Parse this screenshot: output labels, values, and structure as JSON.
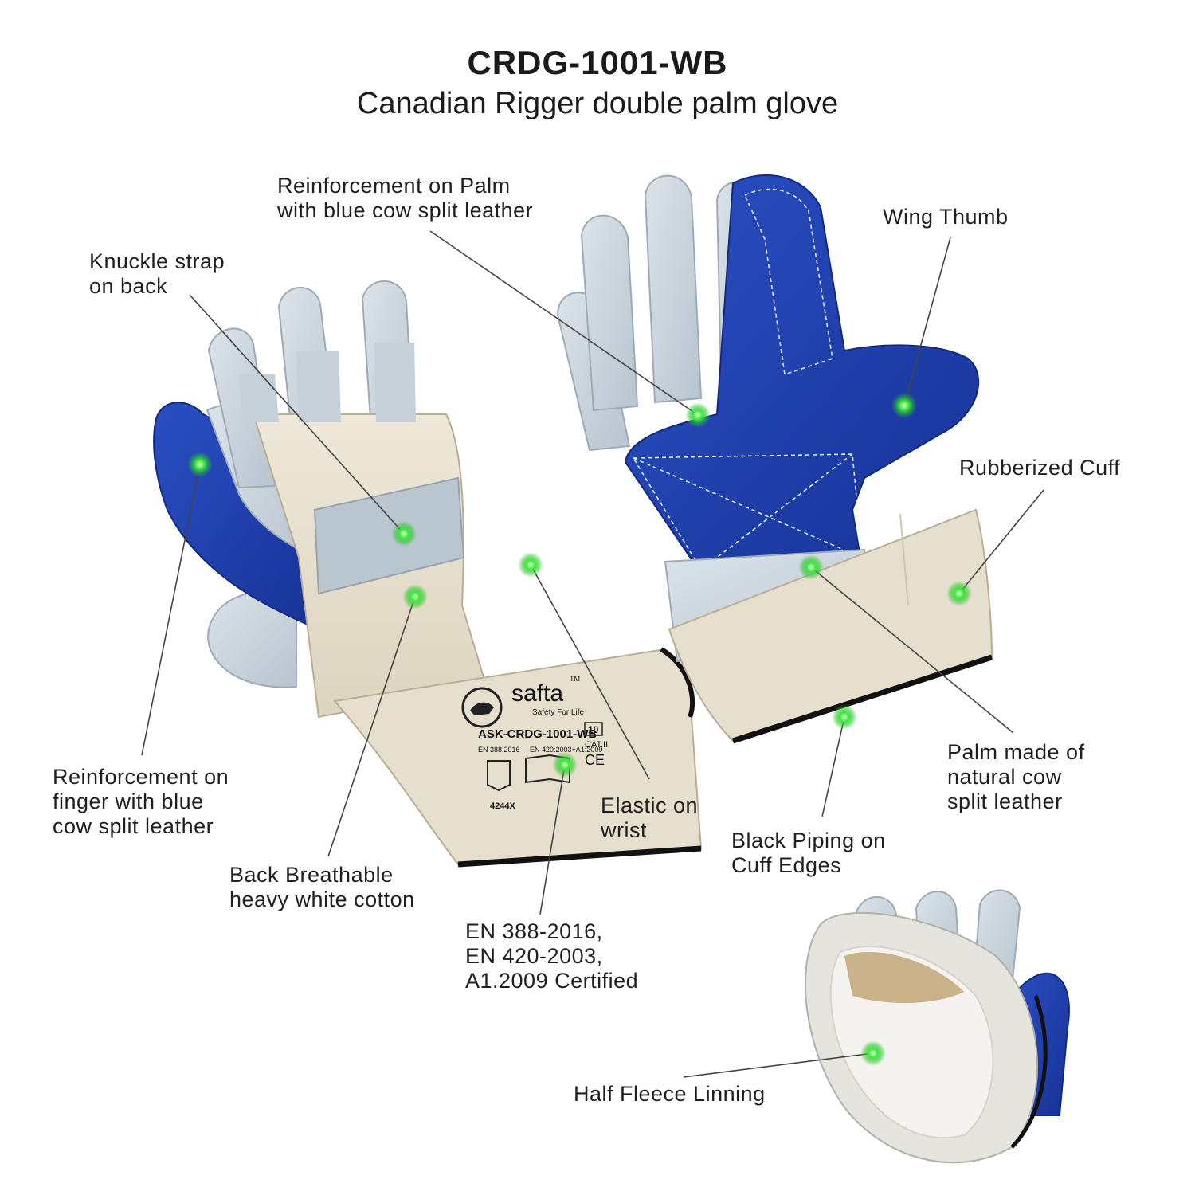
{
  "title": {
    "code": "CRDG-1001-WB",
    "subtitle": "Canadian Rigger double palm glove"
  },
  "callouts": {
    "reinforcement_palm": "Reinforcement on Palm\nwith blue cow split leather",
    "wing_thumb": "Wing Thumb",
    "knuckle_strap": "Knuckle strap\non back",
    "rubberized_cuff": "Rubberized Cuff",
    "reinforcement_finger": "Reinforcement on\nfinger with blue\ncow split leather",
    "palm_natural": "Palm made of\nnatural cow\nsplit leather",
    "elastic_wrist": "Elastic on\nwrist",
    "black_piping": "Black Piping on\nCuff Edges",
    "back_breathable": "Back Breathable\nheavy white cotton",
    "certification": "EN 388-2016,\nEN 420-2003,\nA1.2009 Certified",
    "fleece_lining": "Half Fleece Linning"
  },
  "label": {
    "brand": "safta",
    "trademark": "TM",
    "tagline": "Safety For Life",
    "model": "ASK-CRDG-1001-WB",
    "std1": "EN 388:2016",
    "std2": "EN 420:2003+A1:2009",
    "size": "10",
    "category": "CAT.II",
    "ce": "CE",
    "rating": "4244X"
  },
  "colors": {
    "leather_grey": "#c9d3dc",
    "leather_blue": "#1f3fae",
    "cotton": "#e9e1cf",
    "marker_green": "#39e639",
    "piping": "#111111"
  }
}
